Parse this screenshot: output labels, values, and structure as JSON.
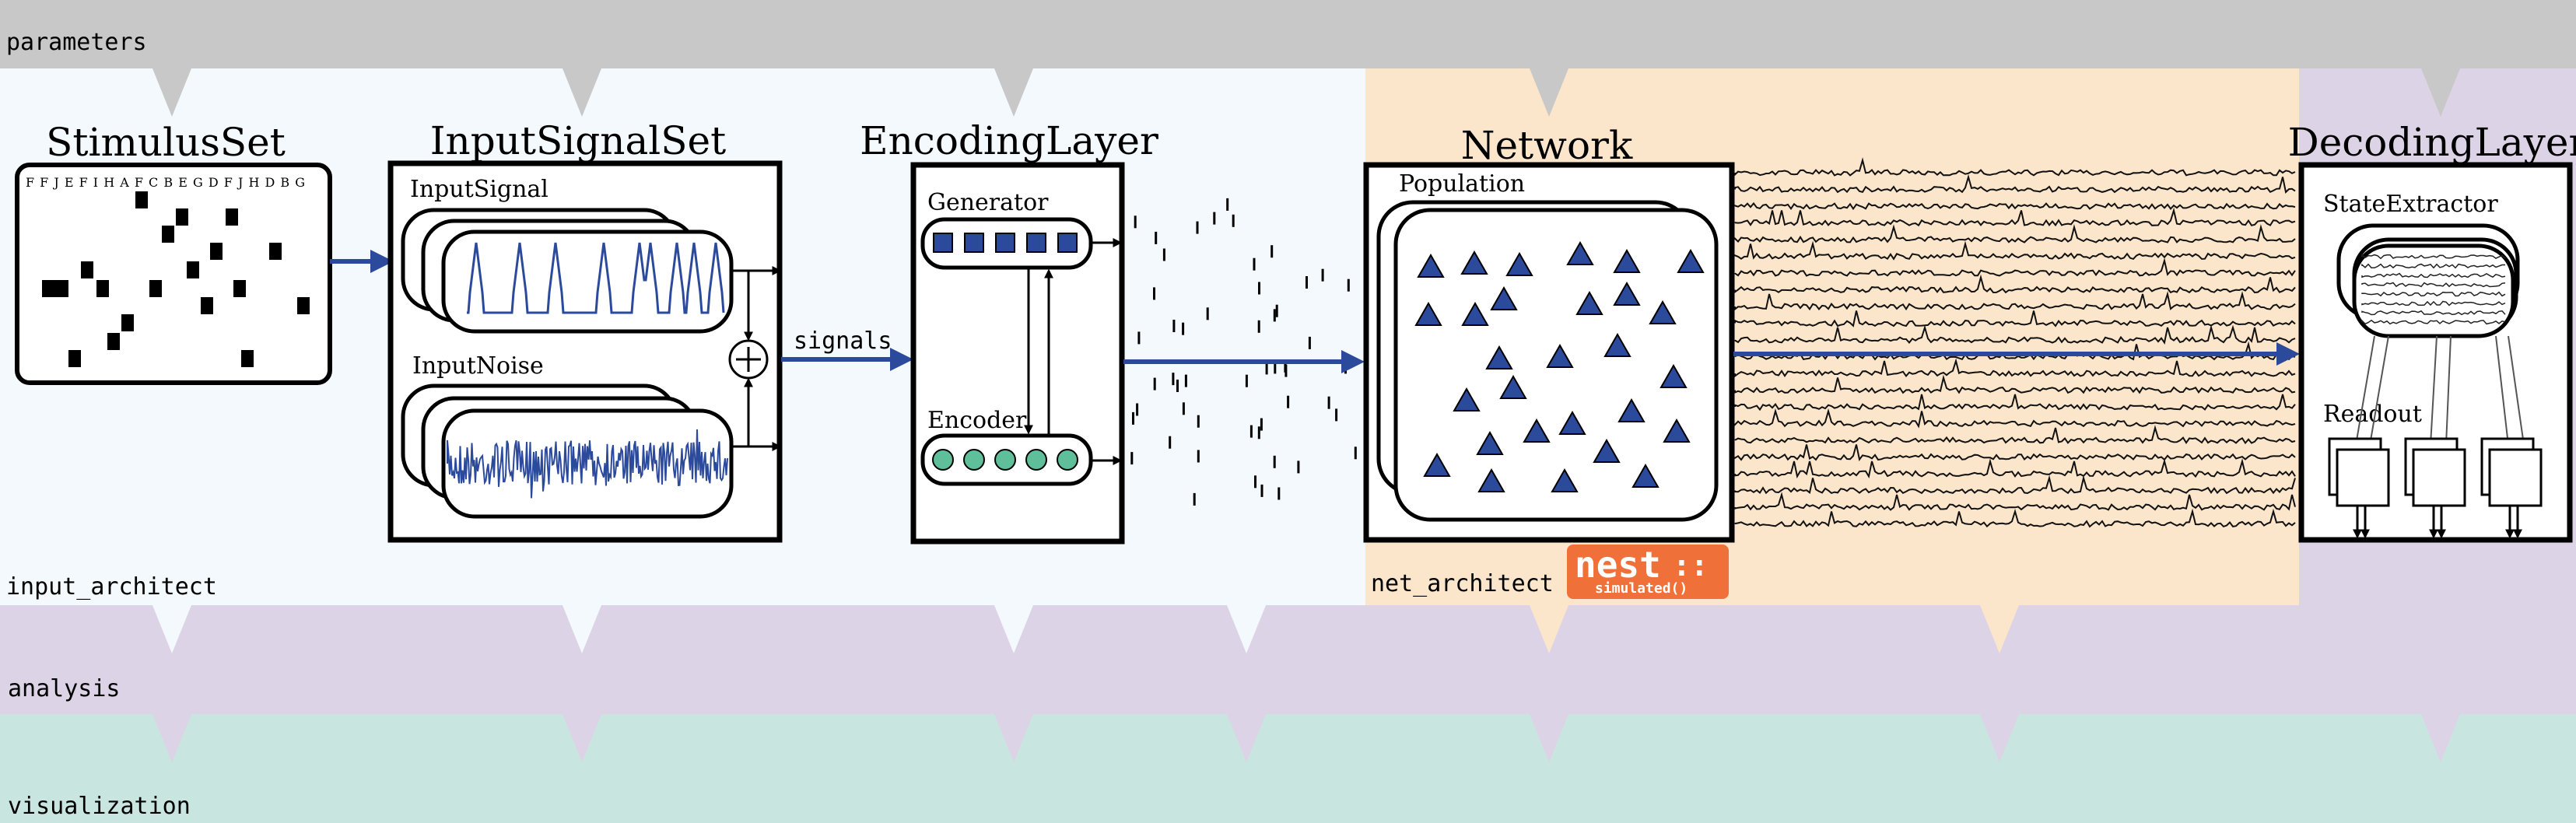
{
  "bands": {
    "parameters": "parameters",
    "input_architect": "input_architect",
    "net_architect": "net_architect",
    "analysis": "analysis",
    "visualization": "visualization"
  },
  "modules": {
    "stimulus_set": "StimulusSet",
    "input_signal_set": "InputSignalSet",
    "encoding_layer": "EncodingLayer",
    "network": "Network",
    "decoding_layer": "DecodingLayer"
  },
  "submodules": {
    "input_signal": "InputSignal",
    "input_noise": "InputNoise",
    "generator": "Generator",
    "encoder": "Encoder",
    "population": "Population",
    "state_extractor": "StateExtractor",
    "readout": "Readout"
  },
  "stimulus_letters": "F F J E F I H A F C B E G D F J H D B G",
  "signals_label": "signals",
  "nest_logo": {
    "word": "nest",
    "suffix": "::",
    "sub": "simulated()"
  },
  "colors": {
    "parameters_band": "#c8c8c8",
    "input_region": "#f3f9fc",
    "network_region": "#fbe6cc",
    "decoding_region": "#ddd3e6",
    "analysis_band": "#ddd3e6",
    "visualization_band": "#c8e6df",
    "blue": "#2c4a9c",
    "green": "#5fbf9b",
    "nest_orange": "#f0703a"
  }
}
